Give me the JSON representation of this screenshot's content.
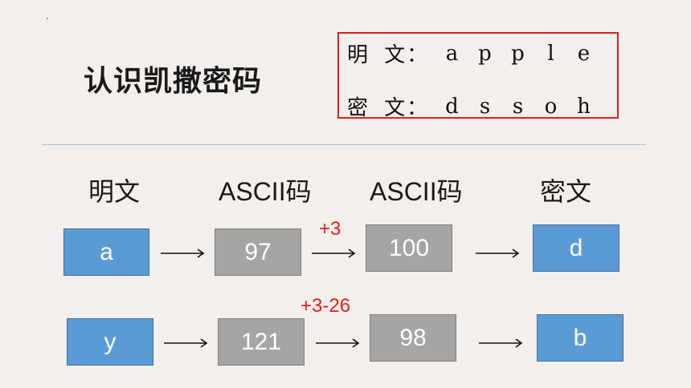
{
  "title": "认识凯撒密码",
  "example": {
    "plain_label": "明 文",
    "cipher_label": "密 文",
    "colon": "：",
    "plain_chars": [
      "a",
      "p",
      "p",
      "l",
      "e"
    ],
    "cipher_chars": [
      "d",
      "s",
      "s",
      "o",
      "h"
    ],
    "border_color": "#e02020"
  },
  "headers": {
    "plaintext": "明文",
    "ascii_1": "ASCII码",
    "ascii_2": "ASCII码",
    "ciphertext": "密文"
  },
  "rows": [
    {
      "plain": "a",
      "ascii": "97",
      "shift": "+3",
      "shifted": "100",
      "cipher": "d"
    },
    {
      "plain": "y",
      "ascii": "121",
      "shift": "+3-26",
      "shifted": "98",
      "cipher": "b"
    }
  ],
  "colors": {
    "background": "#f3efec",
    "blue_box": "#5b9bd5",
    "gray_box": "#a5a5a5",
    "shift_text": "#e02020"
  }
}
